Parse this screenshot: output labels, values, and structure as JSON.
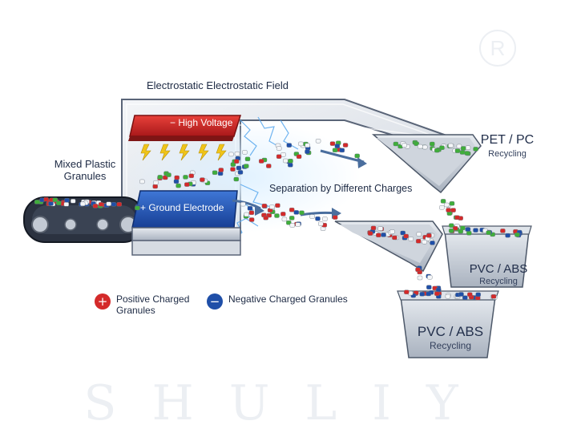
{
  "labels": {
    "field_title": "Electrostatic Electrostatic Field",
    "high_voltage": "− High Voltage",
    "ground_electrode": "+ Ground Electrode",
    "mixed_input": "Mixed Plastic Granules",
    "separation": "Separation by Different Charges"
  },
  "outputs": [
    {
      "title": "PET / PC",
      "subtitle": "Recycling"
    },
    {
      "title": "PVC / ABS",
      "subtitle": "Recycling"
    },
    {
      "title": "PVC / ABS",
      "subtitle": "Recycling"
    }
  ],
  "legend": {
    "positive_symbol": "+",
    "positive_label": "Positive Charged Granules",
    "negative_symbol": "−",
    "negative_label": "Negative Charged Granules"
  },
  "watermark": "SHULIY",
  "trademark": "R",
  "colors": {
    "positive": "#d42a2a",
    "negative": "#1f4fa8",
    "granule_green": "#3fae3a",
    "granule_white": "#f4f6f8",
    "metal": "#b9c1cc",
    "arrow": "#4a6e9e"
  }
}
